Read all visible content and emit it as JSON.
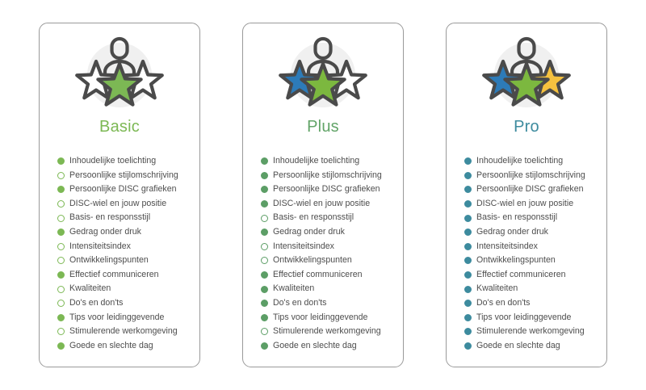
{
  "page": {
    "background": "#ffffff",
    "text_color": "#4d4d4d",
    "card_border_color": "#9a9a9a",
    "icon_stroke_color": "#4a4a4a",
    "icon_circle_bg": "#f0f0f0",
    "star_blue": "#2d7bb8",
    "star_yellow": "#f5c13f",
    "star_white": "#ffffff"
  },
  "cards": [
    {
      "id": "basic",
      "title": "Basic",
      "title_color": "#7cb854",
      "accent_color": "#7cb854",
      "icon": {
        "name": "three-stars-person-icon",
        "stars": [
          {
            "name": "star-left-icon",
            "fill": "#ffffff"
          },
          {
            "name": "star-center-icon",
            "fill": "#7cb854"
          },
          {
            "name": "star-right-icon",
            "fill": "#ffffff"
          }
        ]
      },
      "features": [
        {
          "label": "Inhoudelijke toelichting",
          "included": true
        },
        {
          "label": "Persoonlijke stijlomschrijving",
          "included": false
        },
        {
          "label": "Persoonlijke DISC grafieken",
          "included": true
        },
        {
          "label": "DISC-wiel en jouw positie",
          "included": false
        },
        {
          "label": "Basis- en responsstijl",
          "included": false
        },
        {
          "label": "Gedrag onder druk",
          "included": true
        },
        {
          "label": "Intensiteitsindex",
          "included": false
        },
        {
          "label": "Ontwikkelingspunten",
          "included": false
        },
        {
          "label": "Effectief communiceren",
          "included": true
        },
        {
          "label": "Kwaliteiten",
          "included": false
        },
        {
          "label": "Do's en don'ts",
          "included": false
        },
        {
          "label": "Tips voor leidinggevende",
          "included": true
        },
        {
          "label": "Stimulerende werkomgeving",
          "included": false
        },
        {
          "label": "Goede en slechte dag",
          "included": true
        }
      ]
    },
    {
      "id": "plus",
      "title": "Plus",
      "title_color": "#62a468",
      "accent_color": "#5c9e66",
      "icon": {
        "name": "three-stars-person-icon",
        "stars": [
          {
            "name": "star-left-icon",
            "fill": "#2d7bb8"
          },
          {
            "name": "star-center-icon",
            "fill": "#7cb83f"
          },
          {
            "name": "star-right-icon",
            "fill": "#ffffff"
          }
        ]
      },
      "features": [
        {
          "label": "Inhoudelijke toelichting",
          "included": true
        },
        {
          "label": "Persoonlijke stijlomschrijving",
          "included": true
        },
        {
          "label": "Persoonlijke DISC grafieken",
          "included": true
        },
        {
          "label": "DISC-wiel en jouw positie",
          "included": true
        },
        {
          "label": "Basis- en responsstijl",
          "included": false
        },
        {
          "label": "Gedrag onder druk",
          "included": true
        },
        {
          "label": "Intensiteitsindex",
          "included": false
        },
        {
          "label": "Ontwikkelingspunten",
          "included": false
        },
        {
          "label": "Effectief communiceren",
          "included": true
        },
        {
          "label": "Kwaliteiten",
          "included": true
        },
        {
          "label": "Do's en don'ts",
          "included": true
        },
        {
          "label": "Tips voor leidinggevende",
          "included": true
        },
        {
          "label": "Stimulerende werkomgeving",
          "included": false
        },
        {
          "label": "Goede en slechte dag",
          "included": true
        }
      ]
    },
    {
      "id": "pro",
      "title": "Pro",
      "title_color": "#3d8b9e",
      "accent_color": "#3d8b9e",
      "icon": {
        "name": "three-stars-person-icon",
        "stars": [
          {
            "name": "star-left-icon",
            "fill": "#2d7bb8"
          },
          {
            "name": "star-center-icon",
            "fill": "#7cb83f"
          },
          {
            "name": "star-right-icon",
            "fill": "#f5c13f"
          }
        ]
      },
      "features": [
        {
          "label": "Inhoudelijke toelichting",
          "included": true
        },
        {
          "label": "Persoonlijke stijlomschrijving",
          "included": true
        },
        {
          "label": "Persoonlijke DISC grafieken",
          "included": true
        },
        {
          "label": "DISC-wiel en jouw positie",
          "included": true
        },
        {
          "label": "Basis- en responsstijl",
          "included": true
        },
        {
          "label": "Gedrag onder druk",
          "included": true
        },
        {
          "label": "Intensiteitsindex",
          "included": true
        },
        {
          "label": "Ontwikkelingspunten",
          "included": true
        },
        {
          "label": "Effectief communiceren",
          "included": true
        },
        {
          "label": "Kwaliteiten",
          "included": true
        },
        {
          "label": "Do's en don'ts",
          "included": true
        },
        {
          "label": "Tips voor leidinggevende",
          "included": true
        },
        {
          "label": "Stimulerende werkomgeving",
          "included": true
        },
        {
          "label": "Goede en slechte dag",
          "included": true
        }
      ]
    }
  ]
}
